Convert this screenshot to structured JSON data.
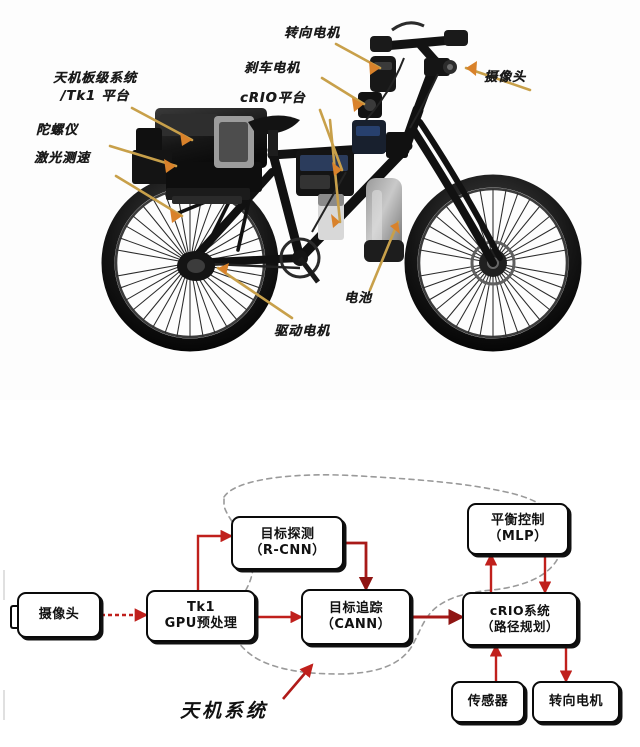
{
  "figure": {
    "photo": {
      "subject": "autonomous-bicycle",
      "labels": [
        {
          "id": "onboard-system",
          "line1": "天机板级系统",
          "line2": "/Tk1 平台"
        },
        {
          "id": "gyroscope",
          "line1": "陀螺仪"
        },
        {
          "id": "laser-speed",
          "line1": "激光测速"
        },
        {
          "id": "steering-motor",
          "line1": "转向电机"
        },
        {
          "id": "brake-motor",
          "line1": "刹车电机"
        },
        {
          "id": "crio-platform",
          "line1": "cRIO平台"
        },
        {
          "id": "camera",
          "line1": "摄像头"
        },
        {
          "id": "battery",
          "line1": "电池"
        },
        {
          "id": "drive-motor",
          "line1": "驱动电机"
        }
      ]
    },
    "flowchart": {
      "caption": "天机系统",
      "nodes": [
        {
          "id": "camera",
          "line1": "摄像头",
          "line2": ""
        },
        {
          "id": "tk1",
          "line1": "Tk1",
          "line2": "GPU预处理"
        },
        {
          "id": "object-detect",
          "line1": "目标探测",
          "line2": "（R-CNN）"
        },
        {
          "id": "object-track",
          "line1": "目标追踪",
          "line2": "（CANN）"
        },
        {
          "id": "balance-control",
          "line1": "平衡控制",
          "line2": "（MLP）"
        },
        {
          "id": "crio-system",
          "line1": "cRIO系统",
          "line2": "（路径规划）"
        },
        {
          "id": "sensor",
          "line1": "传感器",
          "line2": ""
        },
        {
          "id": "steering-motor",
          "line1": "转向电机",
          "line2": ""
        }
      ],
      "edges": [
        {
          "from": "camera",
          "to": "tk1",
          "style": "dashed-red"
        },
        {
          "from": "tk1",
          "to": "object-detect",
          "style": "solid-red"
        },
        {
          "from": "tk1",
          "to": "object-track",
          "style": "solid-red"
        },
        {
          "from": "object-detect",
          "to": "object-track",
          "style": "solid-red"
        },
        {
          "from": "object-track",
          "to": "crio-system",
          "style": "solid-red"
        },
        {
          "from": "crio-system",
          "to": "balance-control",
          "style": "solid-red"
        },
        {
          "from": "balance-control",
          "to": "crio-system",
          "style": "solid-red"
        },
        {
          "from": "sensor",
          "to": "crio-system",
          "style": "solid-red"
        },
        {
          "from": "crio-system",
          "to": "steering-motor",
          "style": "solid-red"
        }
      ],
      "boundary": {
        "id": "tianji-system-boundary",
        "style": "dashed-gray"
      }
    }
  },
  "colors": {
    "arrow_red": "#c0201c",
    "box_border": "#0a0a0a",
    "boundary_dash": "#9a9a9a",
    "leader_line": "#c8a04a",
    "text": "#111111",
    "background": "#ffffff"
  }
}
